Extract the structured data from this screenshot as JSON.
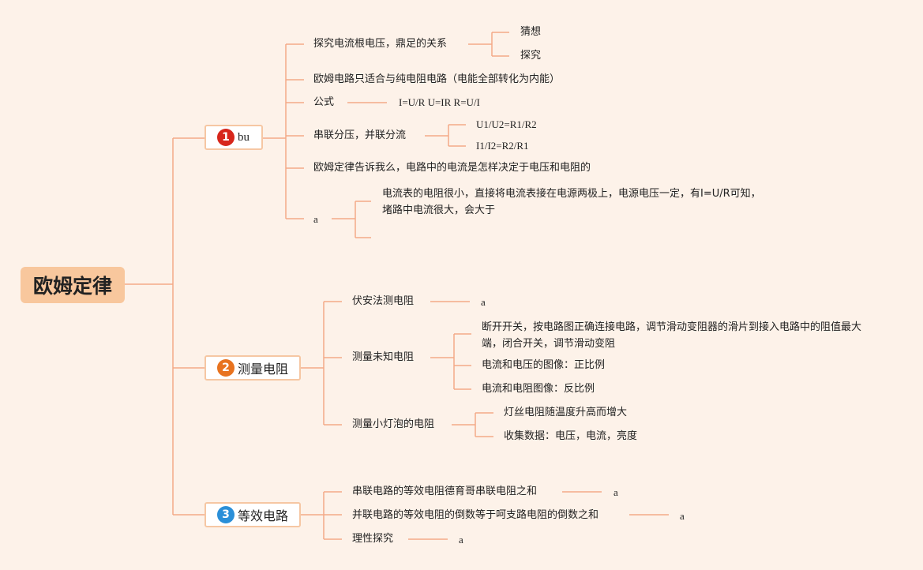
{
  "root": "欧姆定律",
  "colors": {
    "line": "#f4a988",
    "n1": "#d7261b",
    "n2": "#e8731f",
    "n3": "#2a8fd8"
  },
  "b1": {
    "num": "1",
    "label": "bu",
    "i1": {
      "text": "探究电流根电压，鼎足的关系",
      "c1": "猜想",
      "c2": "探究"
    },
    "i2": "欧姆电路只适合与纯电阻电路（电能全部转化为内能）",
    "i3": {
      "text": "公式",
      "c1": "I=U/R U=IR R=U/I"
    },
    "i4": {
      "text": "串联分压，并联分流",
      "c1": "U1/U2=R1/R2",
      "c2": "I1/I2=R2/R1"
    },
    "i5": "欧姆定律告诉我么，电路中的电流是怎样决定于电压和电阻的",
    "i6": {
      "text": "a",
      "c1": "电流表的电阻很小，直接将电流表接在电源两极上，电源电压一定，有I=U/R可知，堵路中电流很大，会大于"
    }
  },
  "b2": {
    "num": "2",
    "label": "测量电阻",
    "i1": {
      "text": "伏安法测电阻",
      "c1": "a"
    },
    "i2": {
      "text": "测量未知电阻",
      "c1": "断开开关，按电路图正确连接电路，调节滑动变阻器的滑片到接入电路中的阻值最大端，闭合开关，调节滑动变阻",
      "c2": "电流和电压的图像：正比例",
      "c3": "电流和电阻图像：反比例"
    },
    "i3": {
      "text": "测量小灯泡的电阻",
      "c1": "灯丝电阻随温度升高而增大",
      "c2": "收集数据：电压，电流，亮度"
    }
  },
  "b3": {
    "num": "3",
    "label": "等效电路",
    "i1": {
      "text": "串联电路的等效电阻德育哥串联电阻之和",
      "c1": "a"
    },
    "i2": {
      "text": "并联电路的等效电阻的倒数等于呵支路电阻的倒数之和",
      "c1": "a"
    },
    "i3": {
      "text": "理性探究",
      "c1": "a"
    }
  }
}
